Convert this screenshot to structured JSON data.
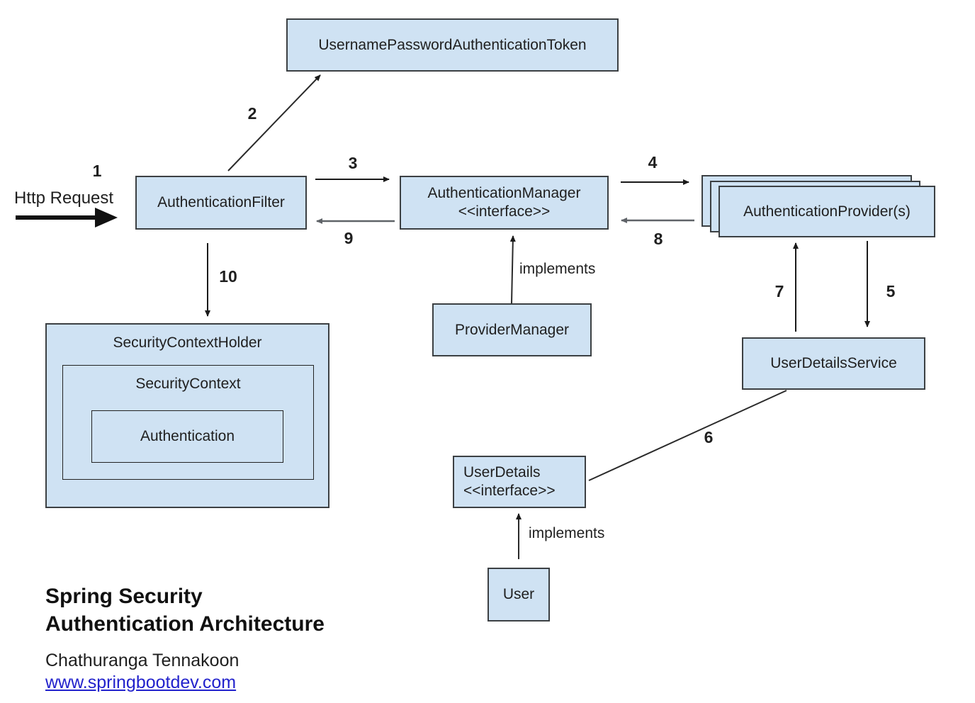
{
  "diagram": {
    "title_line1": "Spring Security",
    "title_line2": "Authentication Architecture",
    "author": "Chathuranga Tennakoon",
    "website": "www.springbootdev.com",
    "colors": {
      "box_fill": "#cfe2f3",
      "box_border": "#3c4043",
      "arrow": "#1a1a1a",
      "arrow_gray": "#5f6368",
      "link": "#2222cc"
    }
  },
  "nodes": {
    "token": "UsernamePasswordAuthenticationToken",
    "auth_filter": "AuthenticationFilter",
    "auth_manager_line1": "AuthenticationManager",
    "auth_manager_line2": "<<interface>>",
    "auth_provider": "AuthenticationProvider(s)",
    "provider_manager": "ProviderManager",
    "user_details_service": "UserDetailsService",
    "user_details_line1": "UserDetails",
    "user_details_line2": "<<interface>>",
    "user": "User",
    "security_context_holder": "SecurityContextHolder",
    "security_context": "SecurityContext",
    "authentication": "Authentication"
  },
  "labels": {
    "http_request": "Http Request",
    "implements_provider_manager": "implements",
    "implements_user": "implements",
    "step1": "1",
    "step2": "2",
    "step3": "3",
    "step4": "4",
    "step5": "5",
    "step6": "6",
    "step7": "7",
    "step8": "8",
    "step9": "9",
    "step10": "10"
  }
}
